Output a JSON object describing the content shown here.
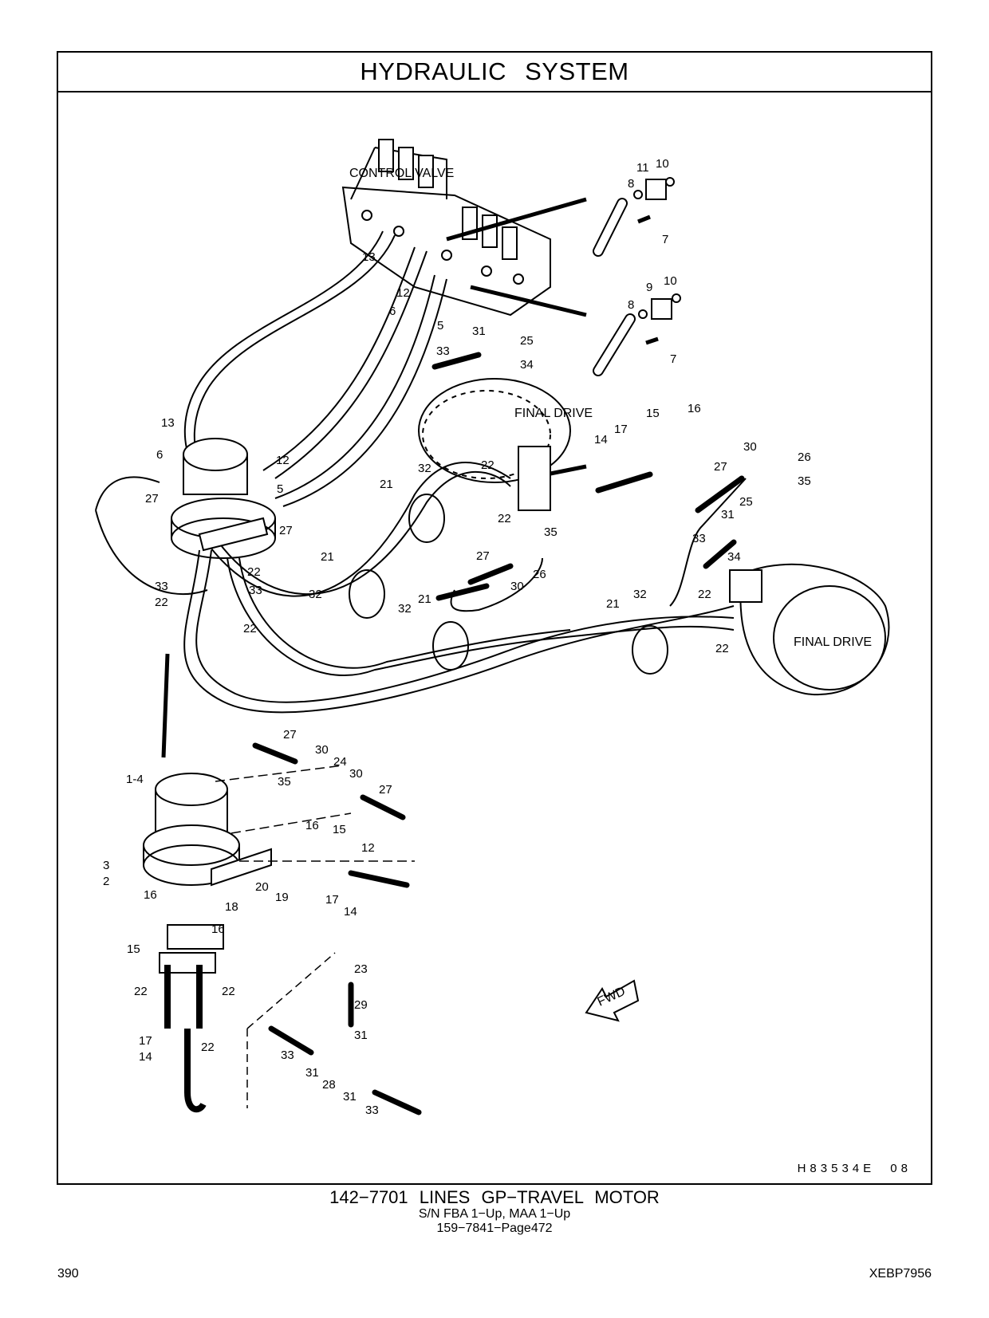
{
  "title": "HYDRAULIC   SYSTEM",
  "labels": {
    "control_valve": "CONTROL VALVE",
    "final_drive_1": "FINAL DRIVE",
    "final_drive_2": "FINAL DRIVE",
    "fwd": "FWD",
    "callouts": {
      "n10a": "10",
      "n11": "11",
      "n8a": "8",
      "n7a": "7",
      "n9": "9",
      "n10b": "10",
      "n8b": "8",
      "n7b": "7",
      "n13a": "13",
      "n12a": "12",
      "n6a": "6",
      "n5a": "5",
      "n31a": "31",
      "n25a": "25",
      "n33a": "33",
      "n34a": "34",
      "n16a": "16",
      "n15a": "15",
      "n17a": "17",
      "n14a": "14",
      "n30a": "30",
      "n26a": "26",
      "n27a": "27",
      "n35a": "35",
      "n13b": "13",
      "n6b": "6",
      "n12b": "12",
      "n5b": "5",
      "n27b": "27",
      "n27c": "27",
      "n32a": "32",
      "n22a": "22",
      "n21a": "21",
      "n22b": "22",
      "n35b": "35",
      "n25b": "25",
      "n31b": "31",
      "n33b": "33",
      "n34b": "34",
      "n21b": "21",
      "n27d": "27",
      "n26b": "26",
      "n30b": "30",
      "n22c": "22",
      "n33c": "33",
      "n22d": "22",
      "n33d": "33",
      "n22e": "22",
      "n32b": "32",
      "n32c": "32",
      "n21c": "21",
      "n21d": "21",
      "n32d": "32",
      "n22f": "22",
      "n22g": "22",
      "n27e": "27",
      "n30c": "30",
      "n24": "24",
      "n30d": "30",
      "n35c": "35",
      "n27f": "27",
      "n1_4": "1-4",
      "n16b": "16",
      "n15b": "15",
      "n12c": "12",
      "n3": "3",
      "n2": "2",
      "n20": "20",
      "n19": "19",
      "n17b": "17",
      "n14b": "14",
      "n16c": "16",
      "n18": "18",
      "n16d": "16",
      "n15c": "15",
      "n22h": "22",
      "n22i": "22",
      "n17c": "17",
      "n14c": "14",
      "n22j": "22",
      "n23": "23",
      "n29": "29",
      "n31c": "31",
      "n33e": "33",
      "n31d": "31",
      "n28": "28",
      "n31e": "31",
      "n33f": "33"
    }
  },
  "drawing_code": "H83534E   08",
  "caption": {
    "title": "142−7701  LINES GP−TRAVEL MOTOR",
    "sn": "S/N FBA 1−Up, MAA 1−Up",
    "ref": "159−7841−Page472"
  },
  "page_number": "390",
  "doc_code": "XEBP7956"
}
